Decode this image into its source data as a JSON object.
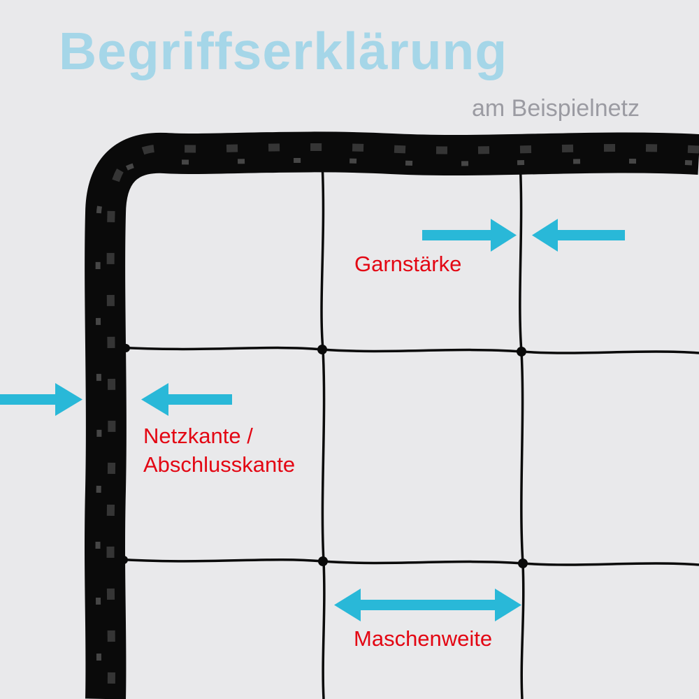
{
  "header": {
    "title": "Begriffserklärung",
    "subtitle": "am Beispielnetz"
  },
  "annotations": {
    "garnstaerke": {
      "label": "Garnstärke"
    },
    "netzkante": {
      "label_line1": "Netzkante /",
      "label_line2": "Abschlusskante"
    },
    "maschenweite": {
      "label": "Maschenweite"
    }
  },
  "icons": {
    "garnstaerke_left": "arrow-right-icon",
    "garnstaerke_right": "arrow-left-icon",
    "netzkante_left": "arrow-right-icon",
    "netzkante_right": "arrow-left-icon",
    "maschenweite": "arrow-double-horizontal-icon"
  },
  "colors": {
    "background": "#e9e9eb",
    "title-blue": "#a5d6e8",
    "subtitle-gray": "#9b9ba2",
    "label-red": "#e30613",
    "arrow-cyan": "#29b8d8",
    "net-black": "#0a0a0a"
  }
}
